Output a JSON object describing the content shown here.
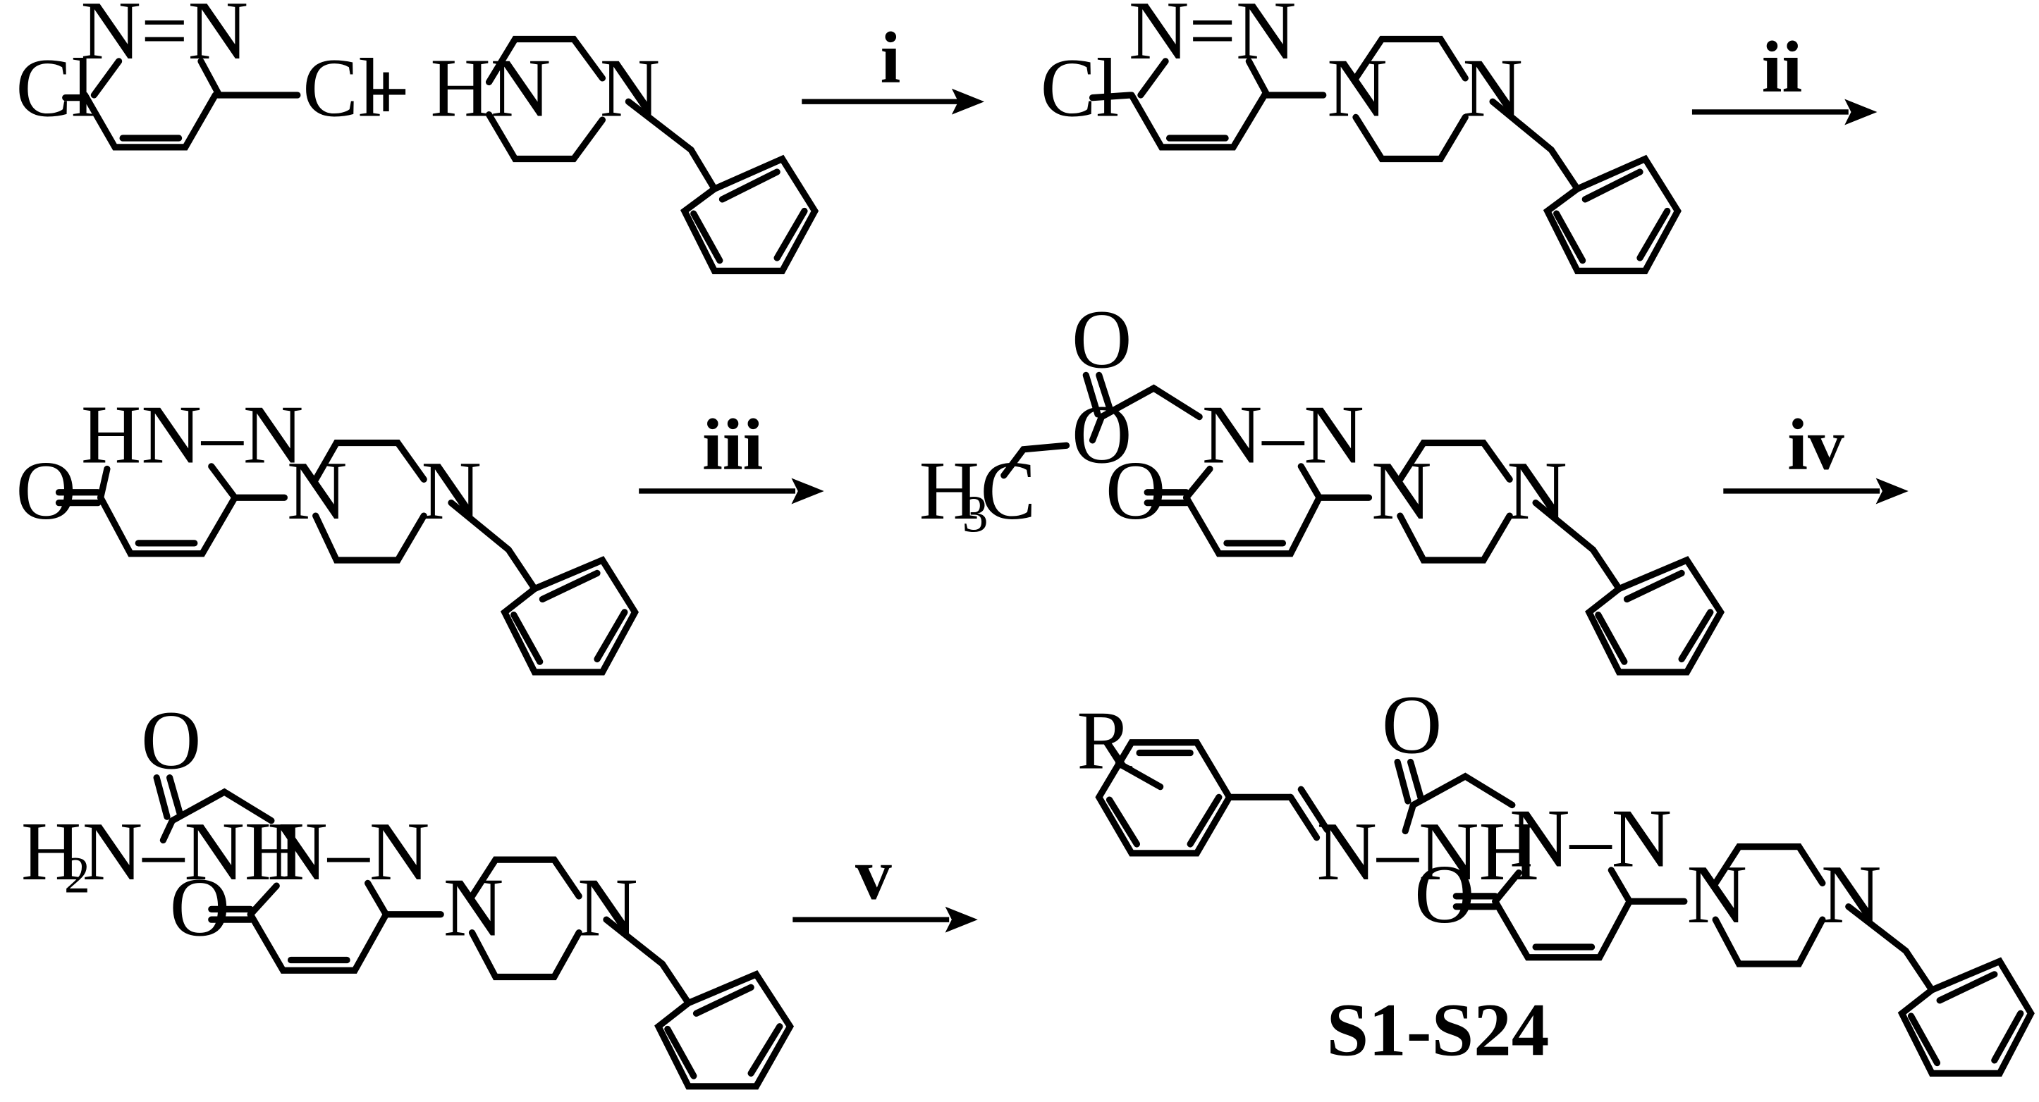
{
  "scheme": {
    "reagents": [
      "i",
      "ii",
      "iii",
      "iv",
      "v"
    ],
    "plus": "+",
    "product_label": "S1-S24"
  },
  "atoms": {
    "n": "N",
    "n_eq_n": "N=N",
    "n_dash_n": "N–N",
    "hn_dash_n": "HN–N",
    "n_dash_nh": "N–NH",
    "cl": "Cl",
    "hn": "HN",
    "o": "O",
    "r": "R",
    "h": "H",
    "c": "C",
    "sub_3": "3",
    "sub_2": "2"
  }
}
